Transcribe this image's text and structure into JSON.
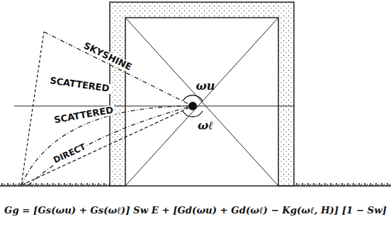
{
  "diagram": {
    "labels": [
      "SKYSHINE",
      "SCATTERED",
      "SCATTERED",
      "DIRECT",
      "ωu",
      "ωℓ",
      "Gg = [Gs(ωu) + Gs(ωℓ)] Sw E + [Gd(ωu) + Gd(ωℓ) − Kg(ωℓ, H)] [1 − Sw]"
    ]
  }
}
